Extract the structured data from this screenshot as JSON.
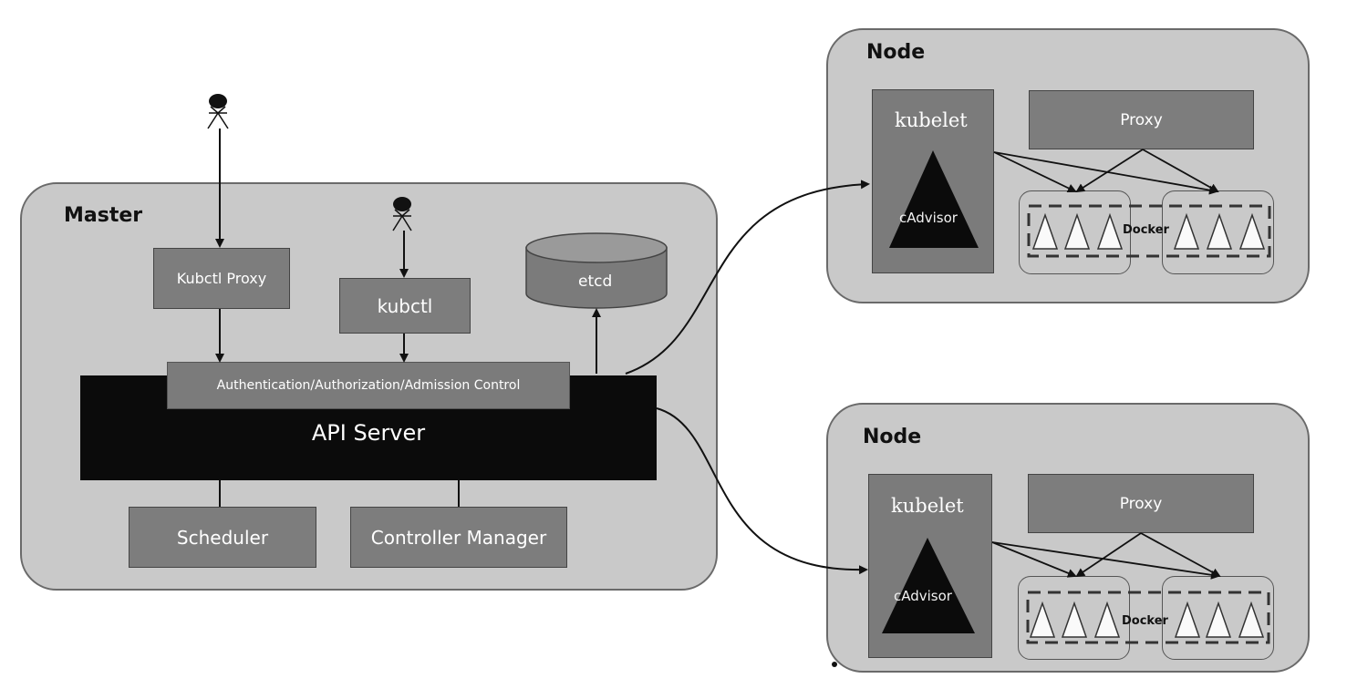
{
  "master": {
    "title": "Master",
    "kubectl_proxy": "Kubctl Proxy",
    "kubectl": "kubctl",
    "etcd": "etcd",
    "auth_control": "Authentication/Authorization/Admission Control",
    "api_server": "API Server",
    "scheduler": "Scheduler",
    "controller_manager": "Controller Manager"
  },
  "nodes": [
    {
      "title": "Node",
      "kubelet": "kubelet",
      "cadvisor": "cAdvisor",
      "proxy": "Proxy",
      "docker": "Docker"
    },
    {
      "title": "Node",
      "kubelet": "kubelet",
      "cadvisor": "cAdvisor",
      "proxy": "Proxy",
      "docker": "Docker"
    }
  ],
  "colors": {
    "cluster_fill": "#c9c9c9",
    "component_fill": "#7d7d7d",
    "api_server_fill": "#0b0b0b"
  }
}
